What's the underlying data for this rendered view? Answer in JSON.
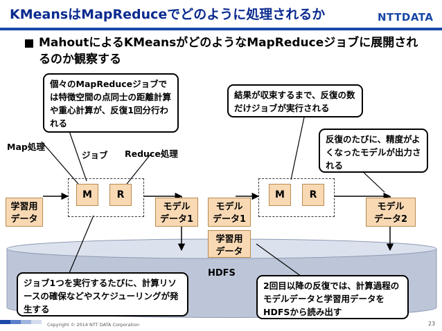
{
  "title": "KMeansはMapReduceでどのように処理されるか",
  "logo": "NTTDATA",
  "bullet": "MahoutによるKMeansがどのようなMapReduceジョブに展開されるのか観察する",
  "callouts": {
    "job_desc": "個々のMapReduceジョブでは特徴空間の点同士の距離計算や重心計算が、反復1回分行われる",
    "repeat": "結果が収束するまで、反復の数だけジョブが実行される",
    "accuracy": "反復のたびに、精度がよくなったモデルが出力される",
    "overhead": "ジョブ1つを実行するたびに、計算リソースの確保などやスケジューリングが発生する",
    "second_iter": "2回目以降の反復では、計算過程のモデルデータと学習用データをHDFSから読み出す"
  },
  "labels": {
    "map_proc": "Map処理",
    "job": "ジョブ",
    "reduce_proc": "Reduce処理",
    "hdfs": "HDFS"
  },
  "boxes": {
    "train1": "学習用\nデータ",
    "model1_out": "モデル\nデータ1",
    "model1_in": "モデル\nデータ1",
    "train2": "学習用\nデータ",
    "model2": "モデル\nデータ2",
    "m1": "M",
    "r1": "R",
    "m2": "M",
    "r2": "R"
  },
  "footer": "Copyright © 2014 NTT DATA Corporation",
  "page_number": "23"
}
